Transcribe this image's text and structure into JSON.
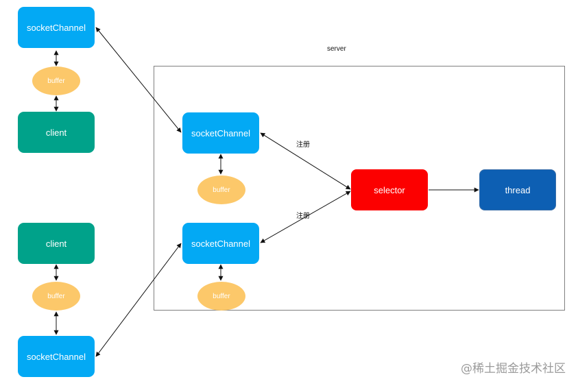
{
  "server": {
    "label": "server"
  },
  "nodes": {
    "client1_channel": "socketChannel",
    "client1_buffer": "buffer",
    "client1": "client",
    "client2": "client",
    "client2_buffer": "buffer",
    "client2_channel": "socketChannel",
    "server_channel1": "socketChannel",
    "server_buffer1": "buffer",
    "server_channel2": "socketChannel",
    "server_buffer2": "buffer",
    "selector": "selector",
    "thread": "thread"
  },
  "edge_labels": {
    "register_top": "注册",
    "register_bottom": "注册"
  },
  "watermark": "@稀土掘金技术社区",
  "colors": {
    "socketChannel": "#03a9f4",
    "client": "#00a28a",
    "buffer": "#fcc86a",
    "selector": "#fc0000",
    "thread": "#0d5fb3"
  }
}
